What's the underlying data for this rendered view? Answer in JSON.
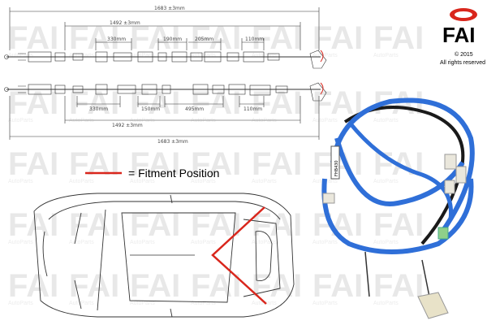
{
  "brand": {
    "logo": "FAI",
    "copyright": "© 2015",
    "rights": "All rights reserved",
    "watermark_main": "FAI",
    "watermark_sub": "AutoParts",
    "accent": "#d9261c"
  },
  "dimensions": {
    "top_overall": "1683 ±3mm",
    "top_inner": "1492 ±3mm",
    "top_seg1": "330mm",
    "top_seg2": "190mm",
    "top_seg3": "205mm",
    "top_seg4": "110mm",
    "bot_seg1": "330mm",
    "bot_seg2": "150mm",
    "bot_seg3": "495mm",
    "bot_seg4": "110mm",
    "bot_inner": "1492 ±3mm",
    "bot_overall": "1683 ±3mm"
  },
  "legend": {
    "label": "= Fitment Position",
    "line_color": "#d9261c"
  },
  "product_photo": {
    "cable_color": "#2f6fd8",
    "sleeve_color": "#1a1a1a",
    "tag_text": "FHB430"
  }
}
